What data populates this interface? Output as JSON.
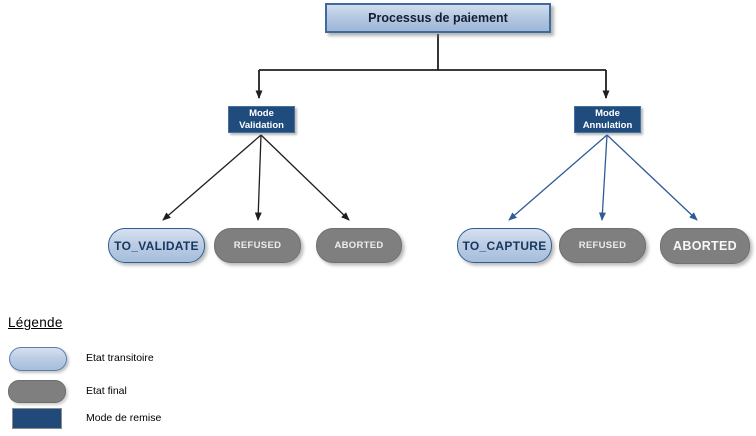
{
  "root": {
    "label": "Processus de paiement"
  },
  "branches": [
    {
      "mode_label": "Mode\nValidation",
      "states": [
        {
          "label": "TO_VALIDATE",
          "type": "transitoire"
        },
        {
          "label": "REFUSED",
          "type": "final"
        },
        {
          "label": "ABORTED",
          "type": "final"
        }
      ]
    },
    {
      "mode_label": "Mode\nAnnulation",
      "states": [
        {
          "label": "TO_CAPTURE",
          "type": "transitoire"
        },
        {
          "label": "REFUSED",
          "type": "final"
        },
        {
          "label": "ABORTED",
          "type": "final"
        }
      ]
    }
  ],
  "legend": {
    "title": "Légende",
    "items": [
      {
        "label": "Etat transitoire",
        "swatch": "transitoire-pill"
      },
      {
        "label": "Etat final",
        "swatch": "final-pill"
      },
      {
        "label": "Mode de remise",
        "swatch": "remise-rect"
      }
    ]
  },
  "colors": {
    "state_transitoire_fill": "#b8cce4",
    "state_transitoire_border": "#2f5d92",
    "state_transitoire_text": "#17375e",
    "state_final_fill": "#7f7f7f",
    "state_final_text": "#ededed",
    "mode_box_fill": "#1f4b7d",
    "root_box_fill": "#b6c9e2",
    "root_box_border": "#3e6a9e",
    "connector_black": "#1f1f1f",
    "connector_blue": "#2f5c96"
  }
}
